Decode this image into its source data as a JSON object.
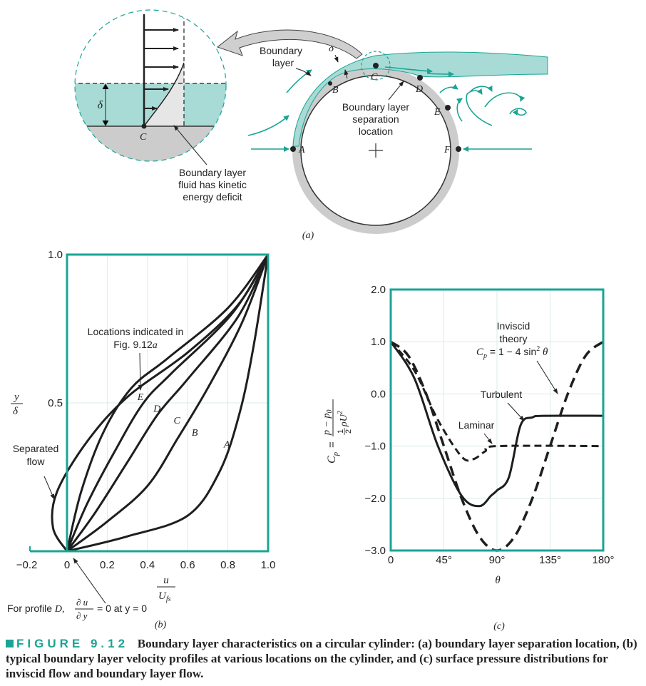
{
  "colors": {
    "accent": "#1aa494",
    "fluid": "#a8dbd5",
    "wall": "#cccccc",
    "ink": "#222222"
  },
  "panel_a": {
    "label": "(a)",
    "boundary_layer_label": [
      "Boundary",
      "layer"
    ],
    "delta_label": "δ",
    "separation_label": [
      "Boundary layer",
      "separation",
      "location"
    ],
    "points": [
      "A",
      "B",
      "C",
      "D",
      "E",
      "F"
    ],
    "inset_point": "C",
    "inset_delta": "δ",
    "deficit_label": [
      "Boundary layer",
      "fluid has kinetic",
      "energy deficit"
    ]
  },
  "panel_b": {
    "label": "(b)",
    "ylabel_num": "y",
    "ylabel_den": "δ",
    "xlabel_num": "u",
    "xlabel_den": "U",
    "xlabel_den_sub": "fs",
    "locations_label": [
      "Locations indicated in",
      "Fig. 9.12a"
    ],
    "separated_label": [
      "Separated",
      "flow"
    ],
    "profile_note_prefix": "For profile",
    "profile_note_var": "D,",
    "profile_note_num": "∂ u",
    "profile_note_den": "∂ y",
    "profile_note_suffix": "= 0 at y = 0"
  },
  "panel_c": {
    "label": "(c)",
    "xlabel": "θ",
    "ylabel_cp": "C",
    "ylabel_cp_sub": "p",
    "ylabel_num": "p − p",
    "ylabel_num_sub": "0",
    "ylabel_den": "ρU",
    "ylabel_den_pre": "1",
    "ylabel_den_pre2": "2",
    "ylabel_den_sup": "2",
    "inviscid_label": [
      "Inviscid",
      "theory"
    ],
    "formula_lhs": "C",
    "formula_lhs_sub": "p",
    "formula_rhs": " = 1 − 4 sin",
    "formula_sup": "2",
    "formula_theta": " θ",
    "turbulent_label": "Turbulent",
    "laminar_label": "Laminar"
  },
  "chart_data": [
    {
      "type": "line",
      "title": "",
      "xlabel": "u/U_fs",
      "ylabel": "y/δ",
      "xlim": [
        -0.2,
        1.0
      ],
      "ylim": [
        0,
        1.0
      ],
      "x_ticks": [
        "−0.2",
        "0",
        "0.2",
        "0.4",
        "0.6",
        "0.8",
        "1.0"
      ],
      "y_ticks": [
        "0.5",
        "1.0"
      ],
      "series": [
        {
          "name": "A",
          "x": [
            0,
            0.3,
            0.6,
            0.76,
            0.86,
            0.93,
            1.0
          ],
          "y": [
            0,
            0.05,
            0.12,
            0.27,
            0.47,
            0.7,
            1.0
          ]
        },
        {
          "name": "B",
          "x": [
            0,
            0.2,
            0.4,
            0.55,
            0.7,
            0.87,
            1.0
          ],
          "y": [
            0,
            0.1,
            0.22,
            0.38,
            0.55,
            0.77,
            1.0
          ]
        },
        {
          "name": "C",
          "x": [
            0,
            0.14,
            0.3,
            0.45,
            0.6,
            0.85,
            1.0
          ],
          "y": [
            0,
            0.13,
            0.3,
            0.46,
            0.58,
            0.79,
            1.0
          ]
        },
        {
          "name": "D",
          "x": [
            0,
            0.1,
            0.24,
            0.38,
            0.52,
            0.82,
            1.0
          ],
          "y": [
            0,
            0.16,
            0.34,
            0.5,
            0.6,
            0.8,
            1.0
          ]
        },
        {
          "name": "E",
          "x": [
            0,
            0.07,
            0.18,
            0.32,
            0.5,
            0.8,
            1.0
          ],
          "y": [
            0,
            0.2,
            0.4,
            0.55,
            0.65,
            0.82,
            1.0
          ]
        },
        {
          "name": "Separated flow",
          "x": [
            0,
            -0.07,
            -0.05,
            0.1,
            0.3,
            0.6,
            0.85,
            1.0
          ],
          "y": [
            0,
            0.08,
            0.2,
            0.37,
            0.52,
            0.67,
            0.83,
            1.0
          ]
        }
      ]
    },
    {
      "type": "line",
      "title": "",
      "xlabel": "θ",
      "ylabel": "C_p = (p − p0)/(½ρU²)",
      "xlim": [
        0,
        180
      ],
      "ylim": [
        -3.0,
        2.0
      ],
      "x_ticks": [
        "0",
        "45°",
        "90°",
        "135°",
        "180°"
      ],
      "y_ticks": [
        "2.0",
        "1.0",
        "0.0",
        "−1.0",
        "−2.0",
        "−3.0"
      ],
      "series": [
        {
          "name": "Inviscid theory",
          "x": [
            0,
            15,
            30,
            45,
            60,
            75,
            90,
            105,
            120,
            135,
            150,
            165,
            180
          ],
          "y": [
            1.0,
            0.73,
            0.0,
            -1.0,
            -2.0,
            -2.73,
            -3.0,
            -2.73,
            -2.0,
            -1.0,
            0.0,
            0.73,
            1.0
          ]
        },
        {
          "name": "Turbulent",
          "x": [
            0,
            20,
            40,
            60,
            75,
            85,
            90,
            100,
            110,
            120,
            130,
            180
          ],
          "y": [
            1.0,
            0.3,
            -1.0,
            -1.95,
            -2.15,
            -1.95,
            -1.85,
            -1.6,
            -0.6,
            -0.45,
            -0.42,
            -0.42
          ]
        },
        {
          "name": "Laminar",
          "x": [
            0,
            20,
            40,
            60,
            70,
            80,
            90,
            180
          ],
          "y": [
            1.0,
            0.45,
            -0.5,
            -1.2,
            -1.25,
            -1.1,
            -1.0,
            -1.0
          ]
        }
      ]
    }
  ],
  "caption": {
    "head": "FIGURE 9.12",
    "text": "Boundary layer characteristics on a circular cylinder: (a) boundary layer separation location, (b) typical boundary layer velocity profiles at various locations on the cylinder, and (c) surface pressure distributions for inviscid flow and boundary layer flow."
  }
}
